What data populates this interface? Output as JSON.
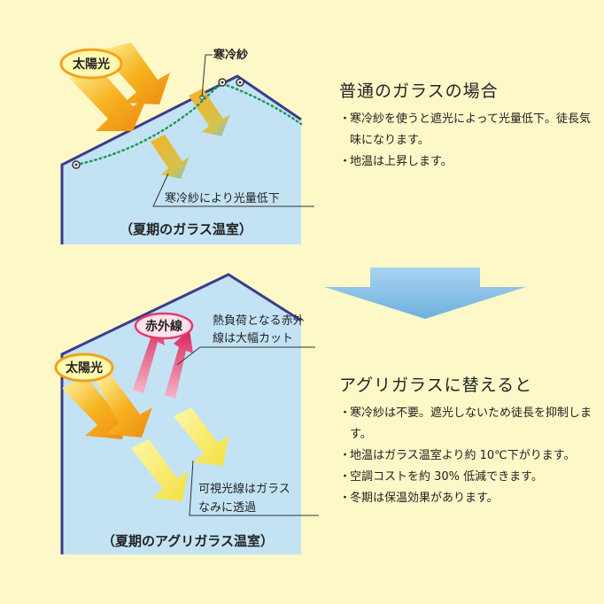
{
  "top": {
    "sun_label": "太陽光",
    "shade_label": "寒冷紗",
    "inside_label": "寒冷紗により光量低下",
    "caption": "（夏期のガラス温室）",
    "heading": "普通のガラスの場合",
    "bullets": [
      {
        "mark": "・",
        "text": "寒冷紗を使うと遮光によって光量低下。徒長気味になります。"
      },
      {
        "mark": "・",
        "text": "地温は上昇します。"
      }
    ]
  },
  "bottom": {
    "sun_label": "太陽光",
    "infrared_label": "赤外線",
    "infrared_note_line1": "熱負荷となる赤外",
    "infrared_note_line2": "線は大幅カット",
    "visible_note_line1": "可視光線はガラス",
    "visible_note_line2": "なみに透過",
    "caption": "（夏期のアグリガラス温室）",
    "heading": "アグリガラスに替えると",
    "bullets": [
      {
        "mark": "・",
        "text": "寒冷紗は不要。遮光しないため徒長を抑制します。"
      },
      {
        "mark": "・",
        "text": "地温はガラス温室より約 10℃下がります。"
      },
      {
        "mark": "・",
        "text": "空調コストを約 30% 低減できます。"
      },
      {
        "mark": "・",
        "text": "冬期は保温効果があります。"
      }
    ]
  },
  "colors": {
    "background": "#fdf8c8",
    "greenhouse_fill": "#c3e3f5",
    "greenhouse_stroke": "#3c3c8c",
    "sun_arrow": "#f3a21a",
    "infrared_arrow": "#e83a6a",
    "shade_dots": "#1f9a52",
    "down_arrow": "#8fc4e8"
  }
}
